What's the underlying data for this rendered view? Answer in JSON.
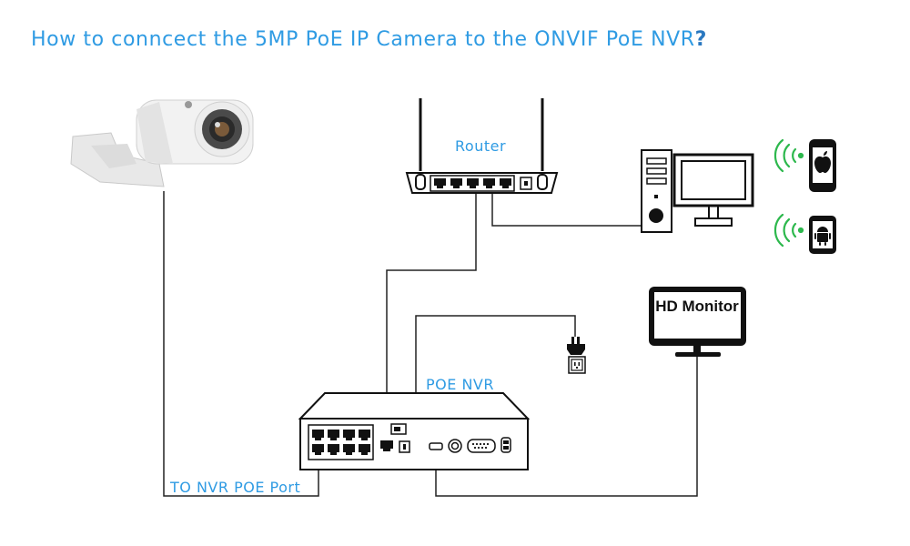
{
  "title": {
    "text": "How to conncect the 5MP PoE IP Camera to the ONVIF PoE NVR",
    "mark": "?"
  },
  "labels": {
    "router": "Router",
    "poe_nvr": "POE NVR",
    "nvr_poe_port": "TO NVR POE Port",
    "monitor": "HD Monitor"
  },
  "colors": {
    "accent": "#2f9be3",
    "wifi": "#2db84d",
    "line": "#111111"
  },
  "icons": {
    "phone_1": "apple-icon",
    "phone_2": "android-icon"
  }
}
